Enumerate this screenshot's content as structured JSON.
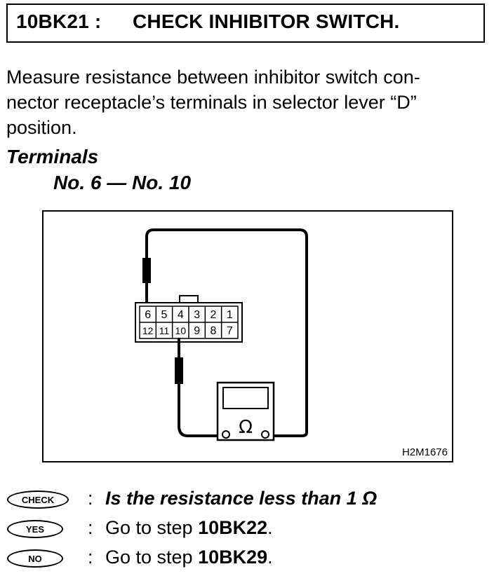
{
  "header": {
    "code": "10BK21 :",
    "title": "CHECK INHIBITOR SWITCH."
  },
  "instruction": {
    "lines": [
      "Measure resistance between inhibitor switch con-",
      "nector receptacle’s terminals in selector lever “D”",
      "position."
    ]
  },
  "terminals": {
    "heading": "Terminals",
    "value": "No. 6 — No. 10"
  },
  "figure": {
    "code": "H2M1676",
    "connector_top_row": [
      "6",
      "5",
      "4",
      "3",
      "2",
      "1"
    ],
    "connector_bottom_row": [
      "12",
      "11",
      "10",
      "9",
      "8",
      "7"
    ],
    "meter_symbol": "Ω",
    "icons": [
      "connector-icon",
      "ohmmeter-icon",
      "test-probe-icon"
    ]
  },
  "checks": {
    "check": {
      "badge": "CHECK",
      "colon": ":",
      "text": "Is the resistance less than 1 Ω"
    },
    "yes": {
      "badge": "YES",
      "colon": ":",
      "prefix": "Go to step ",
      "step": "10BK22",
      "suffix": "."
    },
    "no": {
      "badge": "NO",
      "colon": ":",
      "prefix": "Go to step ",
      "step": "10BK29",
      "suffix": "."
    }
  }
}
